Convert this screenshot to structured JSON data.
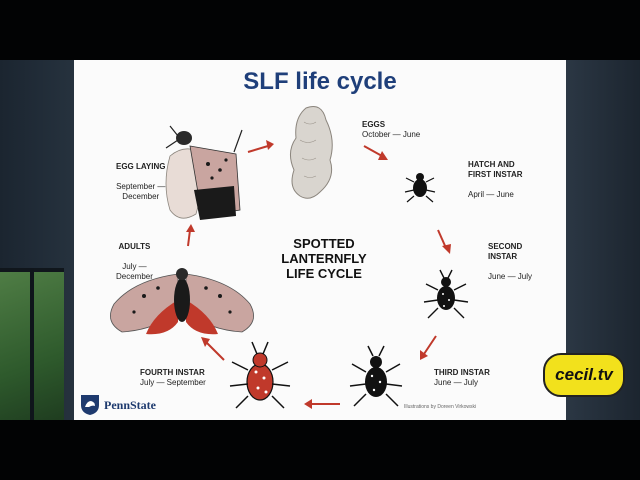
{
  "slide": {
    "title": "SLF life cycle",
    "center_lines": [
      "SPOTTED",
      "LANTERNFLY",
      "LIFE CYCLE"
    ],
    "stages": [
      {
        "name": "EGGS",
        "dates": "October — June"
      },
      {
        "name": "HATCH AND\nFIRST INSTAR",
        "dates": "April — June"
      },
      {
        "name": "SECOND\nINSTAR",
        "dates": "June — July"
      },
      {
        "name": "THIRD INSTAR",
        "dates": "June — July"
      },
      {
        "name": "FOURTH INSTAR",
        "dates": "July — September"
      },
      {
        "name": "ADULTS",
        "dates": "July —\nDecember"
      },
      {
        "name": "EGG LAYING",
        "dates": "September —\nDecember"
      }
    ],
    "credit": "Illustrations by Doreen Virkowski",
    "logo_text": "PennState"
  },
  "overlay": {
    "brand": "cecil.tv"
  },
  "colors": {
    "title_blue": "#1f3f7a",
    "arrow_red": "#c0392b",
    "badge_yellow": "#f2e11c"
  }
}
